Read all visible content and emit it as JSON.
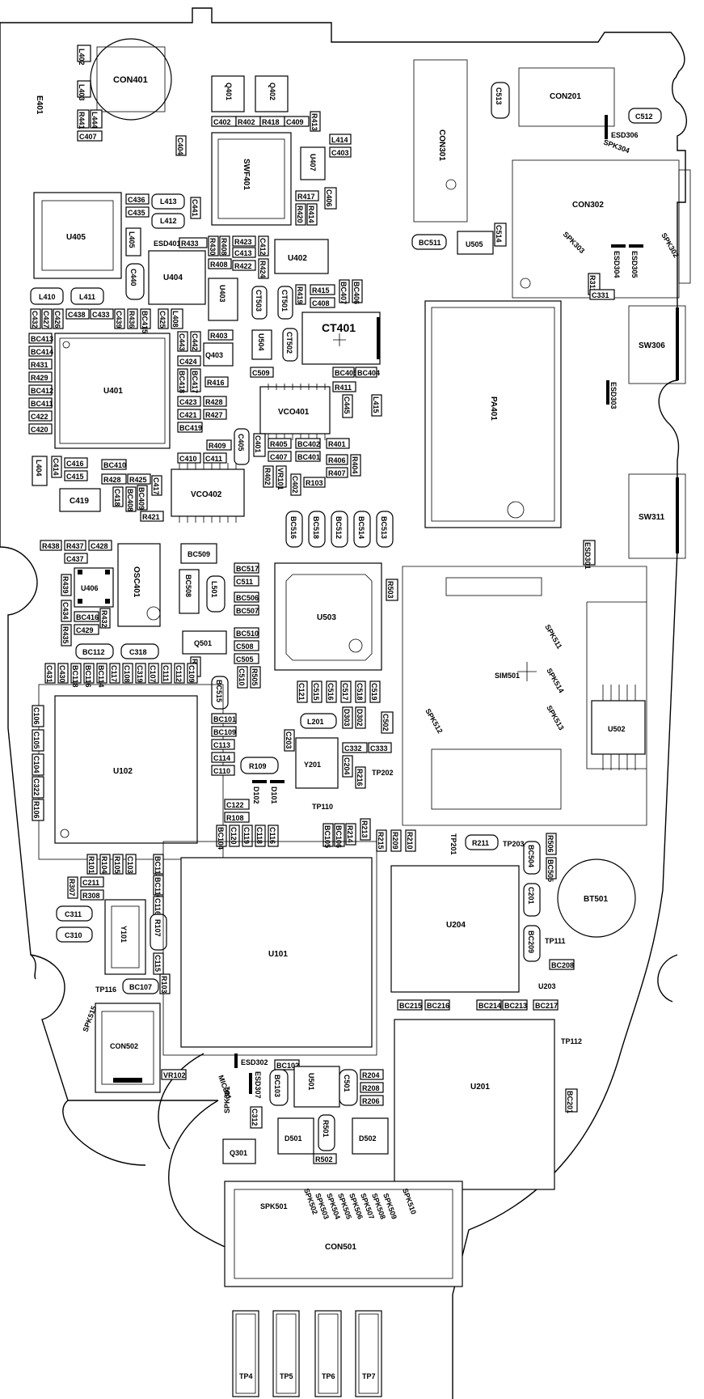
{
  "components": {
    "e401": "E401",
    "con401": "CON401",
    "q401": "Q401",
    "q402": "Q402",
    "c402": "C402",
    "r402": "R402",
    "r418": "R418",
    "c409": "C409",
    "r413": "R413",
    "c404": "C404",
    "l402": "L402",
    "l403": "L403",
    "r441": "R441",
    "l444": "L444",
    "c407": "C407",
    "swf401": "SWF401",
    "l414": "L414",
    "c403": "C403",
    "u407": "U407",
    "c406": "C406",
    "r417": "R417",
    "r420": "R420",
    "r414": "R414",
    "c436": "C436",
    "c435": "C435",
    "l413": "L413",
    "l412": "L412",
    "c441": "C441",
    "u405": "U405",
    "l405": "L405",
    "esd401": "ESD401",
    "r433": "R433",
    "c440": "C440",
    "u404": "U404",
    "r430": "R430",
    "r408": "R408",
    "r423": "R423",
    "c413": "C413",
    "r422": "R422",
    "c412": "C412",
    "r424": "R424",
    "u402": "U402",
    "u403": "U403",
    "ct503": "CT503",
    "ct501": "CT501",
    "r419": "R419",
    "r415": "R415",
    "bc407": "BC407",
    "bc406": "BC406",
    "c408": "C408",
    "ct401": "CT401",
    "ct502": "CT502",
    "u504": "U504",
    "l410": "L410",
    "l411": "L411",
    "c432": "C432",
    "c427": "C427",
    "c426": "C426",
    "c438": "C438",
    "c433": "C433",
    "c439": "C439",
    "r438b": "R436",
    "bc415": "BC415",
    "c425": "C425",
    "l408": "L408",
    "bc413": "BC413",
    "bc414": "BC414",
    "r431": "R431",
    "r429": "R429",
    "bc412": "BC412",
    "bc411": "BC411",
    "c422": "C422",
    "c420": "C420",
    "u401": "U401",
    "c443": "C443",
    "c442": "C442",
    "r403": "R403",
    "q403": "Q403",
    "c424": "C424",
    "bc418": "BC418",
    "bc417": "BC417",
    "r416": "R416",
    "c423": "C423",
    "r428b": "R428",
    "c421": "C421",
    "r427": "R427",
    "bc419": "BC419",
    "c509": "C509",
    "vco401": "VCO401",
    "r411": "R411",
    "c445": "C445",
    "l415": "L415",
    "bc405": "BC405",
    "bc404": "BC404",
    "l404": "L404",
    "c414": "C414",
    "c416": "C416",
    "c415": "C415",
    "bc410": "BC410",
    "r409": "R409",
    "c405": "C405",
    "c401": "C401",
    "r405": "R405",
    "bc402": "BC402",
    "r401": "R401",
    "c407b": "C407",
    "bc401": "BC401",
    "r406": "R406",
    "r404": "R404",
    "r407": "R407",
    "r402b": "R402",
    "vr101": "VR101",
    "c402b": "C402",
    "r103": "R103",
    "c410": "C410",
    "c411": "C411",
    "r428": "R428",
    "r425": "R425",
    "c418": "C418",
    "bc408": "BC408",
    "bc409": "BC409",
    "c417": "C417",
    "vco402": "VCO402",
    "r421": "R421",
    "c419": "C419",
    "bc516": "BC516",
    "bc518": "BC518",
    "bc512": "BC512",
    "bc514": "BC514",
    "bc513": "BC513",
    "r438": "R438",
    "r437": "R437",
    "c428": "C428",
    "c437": "C437",
    "osc401": "OSC401",
    "bc509": "BC509",
    "bc517": "BC517",
    "c511": "C511",
    "bc508": "BC508",
    "l501": "L501",
    "bc506": "BC506",
    "bc507": "BC507",
    "u406": "U406",
    "r439": "R439",
    "c434": "C434",
    "bc416": "BC416",
    "r432": "R432",
    "r435": "R435",
    "c429": "C429",
    "u503": "U503",
    "r503": "R503",
    "bc112": "BC112",
    "c318": "C318",
    "q501": "Q501",
    "r509": "R509",
    "bc510": "BC510",
    "c508": "C508",
    "c505": "C505",
    "c510": "C510",
    "r505": "R505",
    "con201": "CON201",
    "c513": "C513",
    "c512": "C512",
    "esd306": "ESD306",
    "spk304": "SPK304",
    "con301": "CON301",
    "con302": "CON302",
    "bc511": "BC511",
    "u505": "U505",
    "c514": "C514",
    "spk303": "SPK303",
    "esd304": "ESD304",
    "esd305": "ESD305",
    "spk302": "SPK302",
    "r311": "R311",
    "c331": "C331",
    "sw306": "SW306",
    "pa401": "PA401",
    "esd303": "ESD303",
    "sw311": "SW311",
    "esd301": "ESD301",
    "sim501": "SIM501",
    "spk511": "SPK511",
    "spk514": "SPK514",
    "spk513": "SPK513",
    "spk512": "SPK512",
    "u502": "U502",
    "c431": "C431",
    "c430": "C430",
    "bc118": "BC118",
    "bc116": "BC116",
    "bc114": "BC114",
    "c117": "C117",
    "c108": "C108",
    "c319": "C319",
    "c107": "C107",
    "c111": "C111",
    "c112": "C112",
    "c109": "C109",
    "bc515": "BC515",
    "c121": "C121",
    "c515": "C515",
    "c516": "C516",
    "c517": "C517",
    "c518": "C518",
    "c519": "C519",
    "c106": "C106",
    "c105": "C105",
    "c104": "C104",
    "c322": "C322",
    "r106": "R106",
    "u102": "U102",
    "bc101": "BC101",
    "bc109": "BC109",
    "c113": "C113",
    "c114": "C114",
    "c110": "C110",
    "r109": "R109",
    "l201": "L201",
    "d303": "D303",
    "d302": "D302",
    "c502": "C502",
    "c203": "C203",
    "y201": "Y201",
    "c332": "C332",
    "c333": "C333",
    "c204": "C204",
    "r216": "R216",
    "tp202": "TP202",
    "d102": "D102",
    "d101": "D101",
    "tp110": "TP110",
    "c122": "C122",
    "r108": "R108",
    "bc104": "BC104",
    "c120": "C120",
    "c119": "C119",
    "c118": "C118",
    "c116": "C116",
    "bc105": "BC105",
    "bc106": "BC106",
    "r214": "R214",
    "r213": "R213",
    "r215": "R215",
    "r209": "R209",
    "r210": "R210",
    "tp201": "TP201",
    "r211": "R211",
    "tp203": "TP203",
    "r506": "R506",
    "bc504": "BC504",
    "bc505": "BC505",
    "r101": "R101",
    "r104": "R104",
    "r105": "R105",
    "c103": "C103",
    "bc113": "BC113",
    "bc110": "BC110",
    "r307": "R307",
    "c211": "C211",
    "r308": "R308",
    "c311": "C311",
    "c310": "C310",
    "y101": "Y101",
    "r107": "R107",
    "c115": "C115",
    "c116b": "C116",
    "u101": "U101",
    "u204": "U204",
    "bt501": "BT501",
    "c201": "C201",
    "bc209": "BC209",
    "tp111": "TP111",
    "bc208": "BC208",
    "tp116": "TP116",
    "bc107": "BC107",
    "r103b": "R103",
    "u203": "U203",
    "bc215": "BC215",
    "bc216": "BC216",
    "bc214": "BC214",
    "bc213": "BC213",
    "bc217": "BC217",
    "tp112": "TP112",
    "spk515": "SPK515",
    "con502": "CON502",
    "vr102": "VR102",
    "esd302": "ESD302",
    "bc102": "BC102",
    "mic301": "MIC301",
    "esd307": "ESD307",
    "bc103": "BC103",
    "u501": "U501",
    "c501": "C501",
    "r204": "R204",
    "r208": "R208",
    "r206": "R206",
    "u201": "U201",
    "bc201": "BC201",
    "spk301": "SPK301",
    "c312": "C312",
    "d501": "D501",
    "r501": "R501",
    "d502": "D502",
    "r502": "R502",
    "q301": "Q301",
    "spk501": "SPK501",
    "spk502": "SPK502",
    "spk503": "SPK503",
    "spk504": "SPK504",
    "spk505": "SPK505",
    "spk506": "SPK506",
    "spk507": "SPK507",
    "spk508": "SPK508",
    "spk509": "SPK509",
    "spk510": "SPK510",
    "con501": "CON501",
    "tp4": "TP4",
    "tp5": "TP5",
    "tp6": "TP6",
    "tp7": "TP7"
  }
}
